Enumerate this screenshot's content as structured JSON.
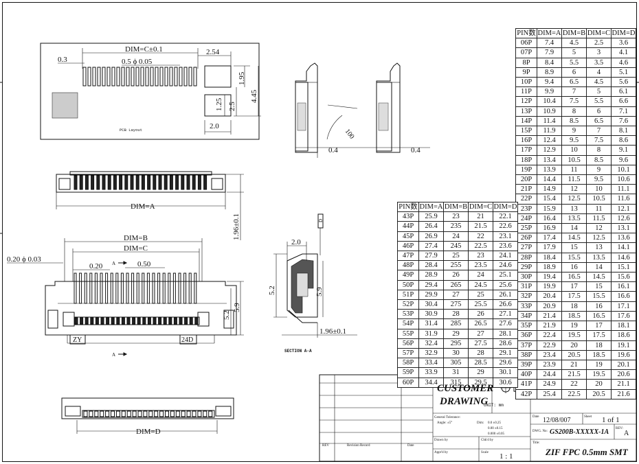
{
  "pcb_layout": {
    "dim_c_label": "DIM=C±0.1",
    "pitch_label": "0.3",
    "pad_label": "0.5 ϕ 0.05",
    "dim_254": "2.54",
    "dim_195": "1.95",
    "dim_445": "4.45",
    "dim_125": "1.25",
    "dim_25": "2.5",
    "dim_20": "2.0",
    "caption": "PCB Layout"
  },
  "side_views": {
    "angle_label": "100",
    "left_dim": "0.4",
    "right_dim": "0.4"
  },
  "top_view": {
    "dim_a_label": "DIM=A",
    "height_label": "1.96±0.1"
  },
  "front_view": {
    "dim_b_label": "DIM=B",
    "dim_c_label": "DIM=C",
    "pin_label": "0.20 ϕ 0.03",
    "d020": "0.20",
    "d050": "0.50",
    "section_marker_top": "A",
    "section_marker_bottom": "A",
    "d52": "5.2",
    "d59": "5.9",
    "zy_label": "ZY",
    "pin_count_label": "24D"
  },
  "section_view": {
    "d20": "2.0",
    "d52": "5.2",
    "d59": "5.9",
    "d196": "1.96±0.1",
    "d_marker": "D",
    "title": "SECTION A-A"
  },
  "bottom_view": {
    "dim_d_label": "DIM=D"
  },
  "pin_table_headers": [
    "PIN数",
    "DIM=A",
    "DIM=B",
    "DIM=C",
    "DIM=D"
  ],
  "pin_table_right": [
    [
      "06P",
      "7.4",
      "4.5",
      "2.5",
      "3.6"
    ],
    [
      "07P",
      "7.9",
      "5",
      "3",
      "4.1"
    ],
    [
      "8P",
      "8.4",
      "5.5",
      "3.5",
      "4.6"
    ],
    [
      "9P",
      "8.9",
      "6",
      "4",
      "5.1"
    ],
    [
      "10P",
      "9.4",
      "6.5",
      "4.5",
      "5.6"
    ],
    [
      "11P",
      "9.9",
      "7",
      "5",
      "6.1"
    ],
    [
      "12P",
      "10.4",
      "7.5",
      "5.5",
      "6.6"
    ],
    [
      "13P",
      "10.9",
      "8",
      "6",
      "7.1"
    ],
    [
      "14P",
      "11.4",
      "8.5",
      "6.5",
      "7.6"
    ],
    [
      "15P",
      "11.9",
      "9",
      "7",
      "8.1"
    ],
    [
      "16P",
      "12.4",
      "9.5",
      "7.5",
      "8.6"
    ],
    [
      "17P",
      "12.9",
      "10",
      "8",
      "9.1"
    ],
    [
      "18P",
      "13.4",
      "10.5",
      "8.5",
      "9.6"
    ],
    [
      "19P",
      "13.9",
      "11",
      "9",
      "10.1"
    ],
    [
      "20P",
      "14.4",
      "11.5",
      "9.5",
      "10.6"
    ],
    [
      "21P",
      "14.9",
      "12",
      "10",
      "11.1"
    ],
    [
      "22P",
      "15.4",
      "12.5",
      "10.5",
      "11.6"
    ],
    [
      "23P",
      "15.9",
      "13",
      "11",
      "12.1"
    ],
    [
      "24P",
      "16.4",
      "13.5",
      "11.5",
      "12.6"
    ],
    [
      "25P",
      "16.9",
      "14",
      "12",
      "13.1"
    ],
    [
      "26P",
      "17.4",
      "14.5",
      "12.5",
      "13.6"
    ],
    [
      "27P",
      "17.9",
      "15",
      "13",
      "14.1"
    ],
    [
      "28P",
      "18.4",
      "15.5",
      "13.5",
      "14.6"
    ],
    [
      "29P",
      "18.9",
      "16",
      "14",
      "15.1"
    ],
    [
      "30P",
      "19.4",
      "16.5",
      "14.5",
      "15.6"
    ],
    [
      "31P",
      "19.9",
      "17",
      "15",
      "16.1"
    ],
    [
      "32P",
      "20.4",
      "17.5",
      "15.5",
      "16.6"
    ],
    [
      "33P",
      "20.9",
      "18",
      "16",
      "17.1"
    ],
    [
      "34P",
      "21.4",
      "18.5",
      "16.5",
      "17.6"
    ],
    [
      "35P",
      "21.9",
      "19",
      "17",
      "18.1"
    ],
    [
      "36P",
      "22.4",
      "19.5",
      "17.5",
      "18.6"
    ],
    [
      "37P",
      "22.9",
      "20",
      "18",
      "19.1"
    ],
    [
      "38P",
      "23.4",
      "20.5",
      "18.5",
      "19.6"
    ],
    [
      "39P",
      "23.9",
      "21",
      "19",
      "20.1"
    ],
    [
      "40P",
      "24.4",
      "21.5",
      "19.5",
      "20.6"
    ],
    [
      "41P",
      "24.9",
      "22",
      "20",
      "21.1"
    ],
    [
      "42P",
      "25.4",
      "22.5",
      "20.5",
      "21.6"
    ]
  ],
  "pin_table_left": [
    [
      "43P",
      "25.9",
      "23",
      "21",
      "22.1"
    ],
    [
      "44P",
      "26.4",
      "235",
      "21.5",
      "22.6"
    ],
    [
      "45P",
      "26.9",
      "24",
      "22",
      "23.1"
    ],
    [
      "46P",
      "27.4",
      "245",
      "22.5",
      "23.6"
    ],
    [
      "47P",
      "27.9",
      "25",
      "23",
      "24.1"
    ],
    [
      "48P",
      "28.4",
      "255",
      "23.5",
      "24.6"
    ],
    [
      "49P",
      "28.9",
      "26",
      "24",
      "25.1"
    ],
    [
      "50P",
      "29.4",
      "265",
      "24.5",
      "25.6"
    ],
    [
      "51P",
      "29.9",
      "27",
      "25",
      "26.1"
    ],
    [
      "52P",
      "30.4",
      "275",
      "25.5",
      "26.6"
    ],
    [
      "53P",
      "30.9",
      "28",
      "26",
      "27.1"
    ],
    [
      "54P",
      "31.4",
      "285",
      "26.5",
      "27.6"
    ],
    [
      "55P",
      "31.9",
      "29",
      "27",
      "28.1"
    ],
    [
      "56P",
      "32.4",
      "295",
      "27.5",
      "28.6"
    ],
    [
      "57P",
      "32.9",
      "30",
      "28",
      "29.1"
    ],
    [
      "58P",
      "33.4",
      "305",
      "28.5",
      "29.6"
    ],
    [
      "59P",
      "33.9",
      "31",
      "29",
      "30.1"
    ],
    [
      "60P",
      "34.4",
      "315",
      "29.5",
      "30.6"
    ]
  ],
  "title_block": {
    "customer_line1": "CUSTOMER",
    "customer_line2": "DRAWING",
    "unit": "UNIT: mm",
    "tolerance_title": "General Tolerance:",
    "tolerance_angle": "Angle: ±5°",
    "tol_dim_label": "Dim:",
    "tol_row1": "0.0   ±0.25",
    "tol_row2": "0.00  ±0.15",
    "tol_row3": "0.000 ±0.05",
    "date_label": "Date",
    "date": "12/08/007",
    "sheet_label": "Sheet",
    "sheet": "1 of 1",
    "dwg_label": "DWG. No:",
    "dwg_no": "GS200B-XXXXX-1A",
    "rev_label": "REV:",
    "rev": "A",
    "title_label": "Title:",
    "title": "ZIF FPC 0.5mm SMT",
    "drawn_label": "Drawn by",
    "checked_label": "Chk'd by",
    "approved_label": "Appr'd by",
    "scale_label": "Scale",
    "scale": "1 : 1",
    "rev_col": "REV",
    "revision_record": "Revision Record",
    "date_col": "Date"
  }
}
